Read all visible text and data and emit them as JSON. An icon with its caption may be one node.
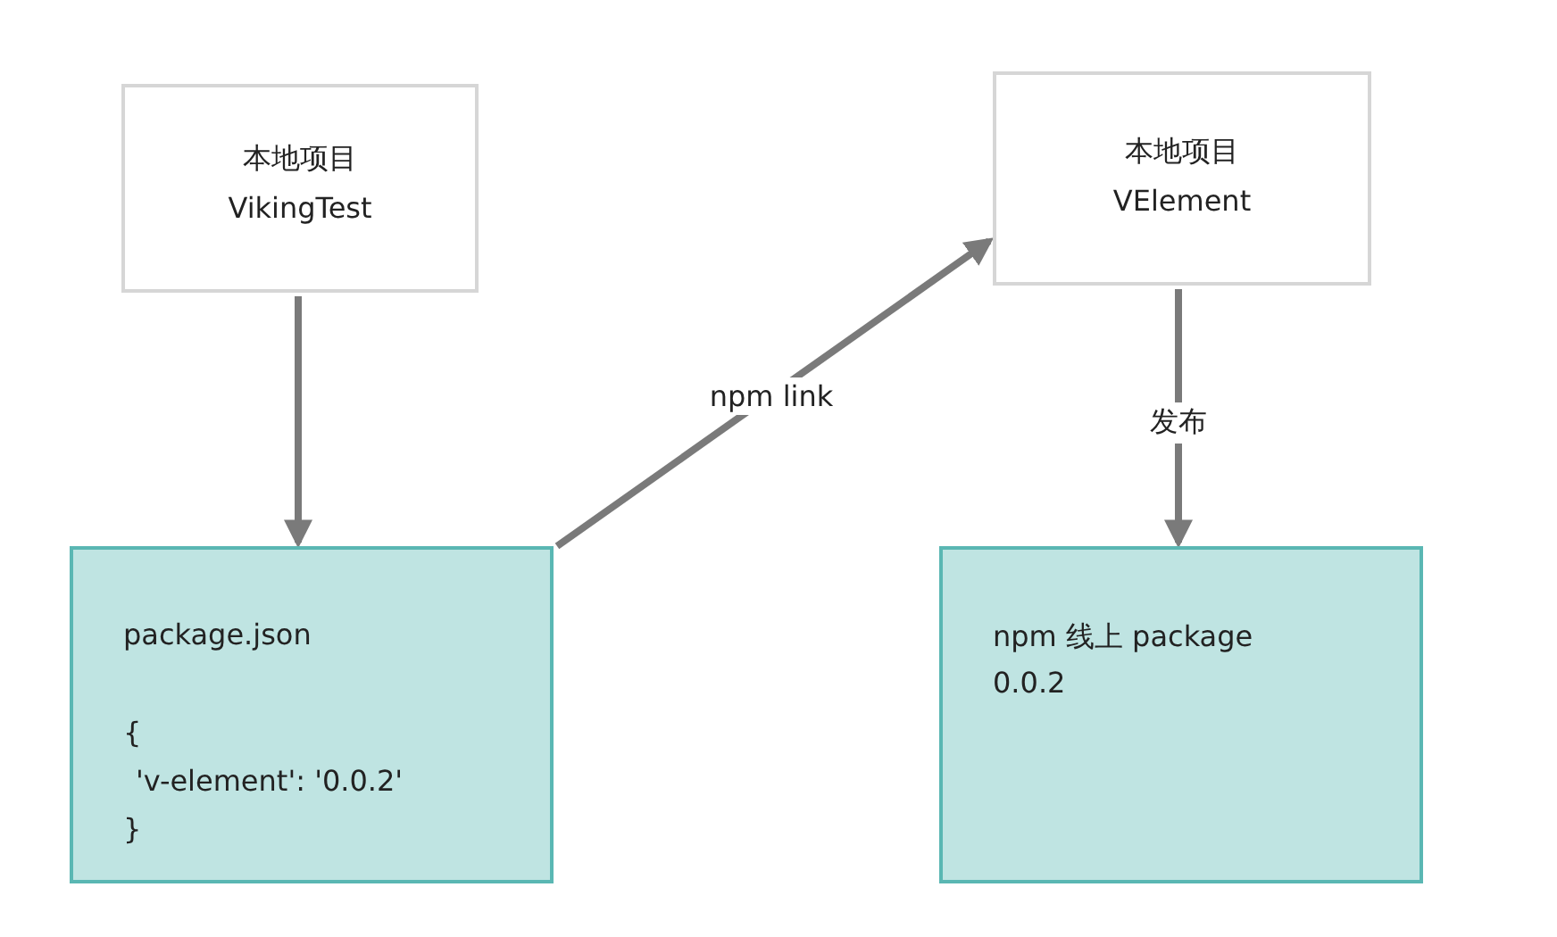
{
  "diagram": {
    "nodes": [
      {
        "text": [
          "本地项目",
          "VikingTest"
        ]
      },
      {
        "text": [
          "本地项目",
          "VElement"
        ]
      },
      {
        "text": [
          "package.json",
          "{",
          "'v-element': '0.0.2'",
          "}"
        ]
      },
      {
        "text": [
          "npm 线上 package",
          "0.0.2"
        ]
      }
    ],
    "edges": [
      {
        "from": 0,
        "to": 2,
        "arrow": "to"
      },
      {
        "from": 2,
        "to": 1,
        "arrow": "to",
        "label": "npm link"
      },
      {
        "from": 1,
        "to": 3,
        "arrow": "to",
        "label": "发布"
      }
    ]
  }
}
